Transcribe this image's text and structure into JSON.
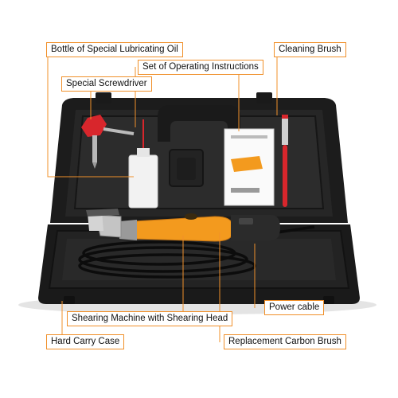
{
  "labels": {
    "lubricating_oil": "Bottle of Special Lubricating Oil",
    "cleaning_brush": "Cleaning Brush",
    "instructions": "Set of Operating Instructions",
    "screwdriver": "Special Screwdriver",
    "power_cable": "Power cable",
    "shearing_machine": "Shearing Machine with Shearing Head",
    "carry_case": "Hard Carry Case",
    "carbon_brush": "Replacement Carbon Brush"
  },
  "colors": {
    "callout_border": "#f0902a",
    "leader_line": "#f0902a",
    "case": "#1a1a1a",
    "machine_body": "#f39a1e",
    "accent_red": "#d8262c"
  }
}
